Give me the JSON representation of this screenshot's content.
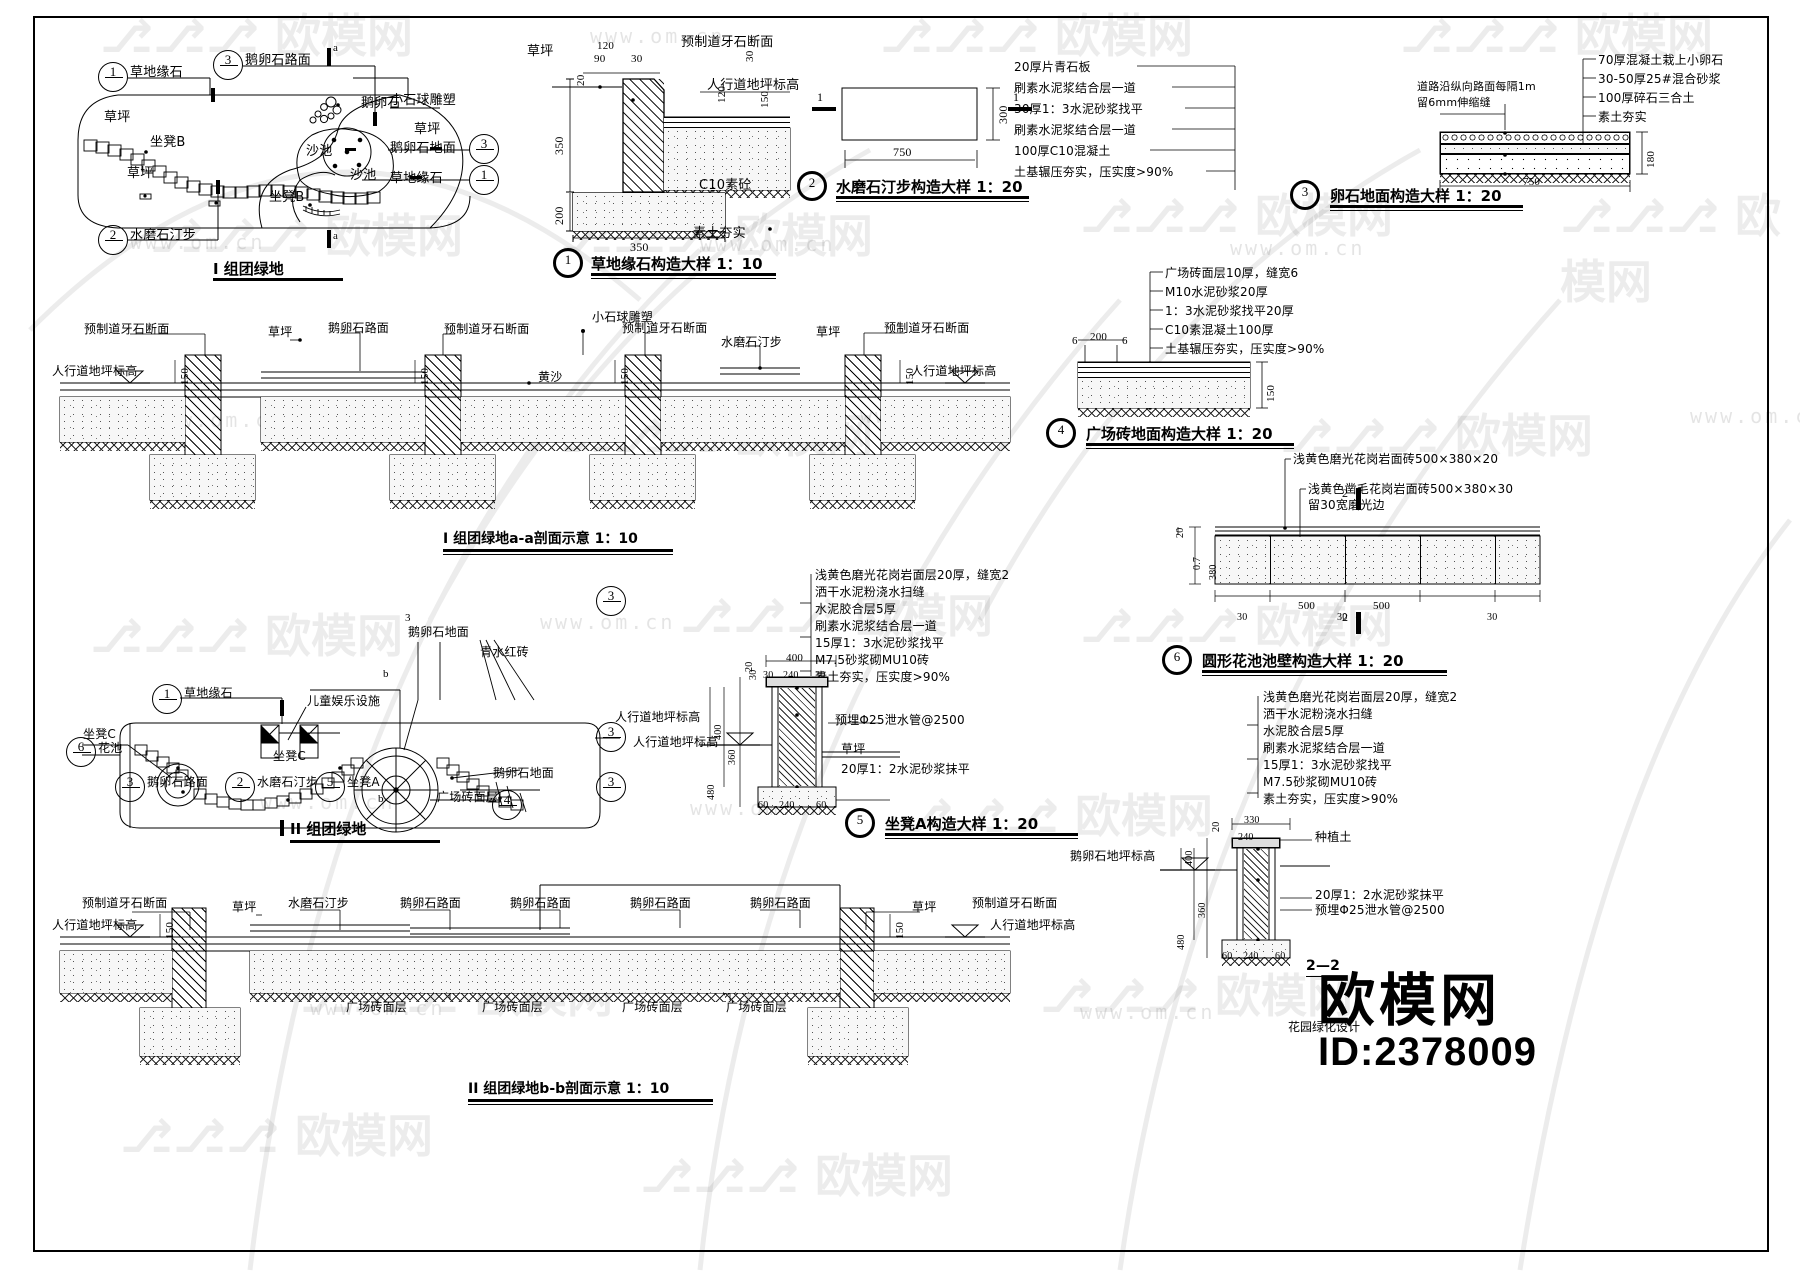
{
  "sheet": {
    "drawing_type": "CAD landscape construction detail sheet",
    "watermark_text": "欧模网",
    "watermark_url": "www.om.cn",
    "id_label": "ID:2378009",
    "logo_sub": "花园绿化设计"
  },
  "plan1": {
    "title": "I 组团绿地",
    "callouts": [
      {
        "bubble": "1",
        "label": "草地缘石"
      },
      {
        "bubble": "3",
        "label": "鹅卵石路面"
      },
      {
        "bubble": "3",
        "label": "鹅卵石地面"
      },
      {
        "bubble": "1",
        "label": "草地缘石"
      },
      {
        "bubble": "2",
        "label": "水磨石汀步"
      }
    ],
    "labels": [
      "草坪",
      "坐凳B",
      "草坪",
      "坐凳B",
      "小石球雕塑",
      "鹅卵石",
      "沙池",
      "沙池",
      "草坪",
      "a",
      "a"
    ]
  },
  "plan2": {
    "title": "II 组团绿地",
    "callouts": [
      {
        "bubble": "1",
        "label": "草地缘石"
      },
      {
        "bubble": "3",
        "label": "鹅卵石地面"
      },
      {
        "bubble": "3",
        "label": "鹅卵石路面"
      },
      {
        "bubble": "2",
        "label": "水磨石汀步"
      },
      {
        "bubble": "5",
        "label": "坐凳A"
      },
      {
        "bubble": "6",
        "label": "花池"
      },
      {
        "bubble": "3",
        "label": "鹅卵石路面"
      },
      {
        "bubble": "3",
        "label": "鹅卵石地面"
      },
      {
        "bubble": "4",
        "label": "广场砖面层"
      },
      {
        "bubble": "3",
        "label": ""
      }
    ],
    "labels": [
      "坐凳C",
      "坐凳C",
      "儿童娱乐设施",
      "青水红砖",
      "人行道地坪标高",
      "b",
      "b"
    ]
  },
  "section_aa": {
    "title": "I 组团绿地a-a剖面示意  1：10",
    "labels": [
      "预制道牙石断面",
      "草坪",
      "鹅卵石路面",
      "预制道牙石断面",
      "小石球雕塑",
      "预制道牙石断面",
      "水磨石汀步",
      "草坪",
      "预制道牙石断面",
      "黄沙",
      "人行道地坪标高",
      "人行道地坪标高"
    ],
    "dims": [
      "150",
      "150",
      "150",
      "150"
    ]
  },
  "section_bb": {
    "title": "II 组团绿地b-b剖面示意  1：10",
    "labels": [
      "预制道牙石断面",
      "草坪",
      "水磨石汀步",
      "鹅卵石路面",
      "鹅卵石路面",
      "鹅卵石路面",
      "鹅卵石路面",
      "草坪",
      "预制道牙石断面",
      "人行道地坪标高",
      "人行道地坪标高",
      "广场砖面层",
      "广场砖面层",
      "广场砖面层",
      "广场砖面层"
    ],
    "dims": [
      "150",
      "150"
    ]
  },
  "detail1": {
    "bubble": "1",
    "title": "草地缘石构造大样  1：10",
    "labels": [
      "草坪",
      "预制道牙石断面",
      "人行道地坪标高",
      "C10素砼",
      "素土夯实"
    ],
    "dims": [
      "120",
      "90",
      "30",
      "20",
      "350",
      "200",
      "350",
      "120",
      "30",
      "150",
      "30"
    ]
  },
  "detail2": {
    "bubble": "2",
    "title": "水磨石汀步构造大样  1：20",
    "section_mark": "1",
    "dims": [
      "750",
      "300"
    ],
    "spec_lines": [
      "20厚片青石板",
      "刷素水泥浆结合层一道",
      "30厚1：3水泥砂浆找平",
      "刷素水泥浆结合层一道",
      "100厚C10混凝土",
      "土基辗压夯实，压实度>90%"
    ],
    "spec_width": "750"
  },
  "detail3": {
    "bubble": "3",
    "title": "卵石地面构造大样  1：20",
    "note": "道路沿纵向路面每隔1m\n留6mm伸缩缝",
    "note_line1": "道路沿纵向路面每隔1m",
    "note_line2": "留6mm伸缩缝",
    "spec_lines": [
      "70厚混凝土栽上小卵石",
      "30-50厚25#混合砂浆",
      "100厚碎石三合土",
      "素土夯实"
    ],
    "dims": [
      "750",
      "180"
    ]
  },
  "detail4": {
    "bubble": "4",
    "title": "广场砖地面构造大样  1：20",
    "spec_lines": [
      "广场砖面层10厚，缝宽6",
      "M10水泥砂浆20厚",
      "1：3水泥砂浆找平20厚",
      "C10素混凝土100厚",
      "土基辗压夯实，压实度>90%"
    ],
    "dims": [
      "6",
      "200",
      "6",
      "150"
    ]
  },
  "detail5": {
    "bubble": "5",
    "title": "坐凳A构造大样  1：20",
    "spec_lines": [
      "浅黄色磨光花岗岩面层20厚，缝宽2",
      "洒干水泥粉浇水扫缝",
      "水泥胶合层5厚",
      "刷素水泥浆结合层一道",
      "15厚1：3水泥砂浆找平",
      "M7.5砂浆砌MU10砖",
      "素土夯实，压实度>90%"
    ],
    "labels": [
      "人行道地坪标高",
      "预埋Φ25泄水管@2500",
      "草坪",
      "20厚1：2水泥砂浆抹平"
    ],
    "dims": [
      "400",
      "30",
      "240",
      "30",
      "60",
      "240",
      "60",
      "20",
      "30",
      "20",
      "30",
      "400",
      "360",
      "480"
    ]
  },
  "detail6": {
    "bubble": "6",
    "title": "圆形花池池壁构造大样  1：20",
    "section_mark": "2",
    "labels": [
      "浅黄色磨光花岗岩面砖500×380×20",
      "浅黄色凿毛花岗岩面砖500×380×30",
      "留30宽磨光边"
    ],
    "dims": [
      "500",
      "500",
      "30",
      "30",
      "30",
      "0.7",
      "380",
      "20"
    ]
  },
  "detail7": {
    "section_mark": "2—2",
    "spec_lines": [
      "浅黄色磨光花岗岩面层20厚，缝宽2",
      "洒干水泥粉浇水扫缝",
      "水泥胶合层5厚",
      "刷素水泥浆结合层一道",
      "15厚1：3水泥砂浆找平",
      "M7.5砂浆砌MU10砖",
      "素土夯实，压实度>90%"
    ],
    "labels": [
      "种植土",
      "鹅卵石地坪标高",
      "20厚1：2水泥砂浆抹平",
      "预埋Φ25泄水管@2500"
    ],
    "dims": [
      "330",
      "240",
      "20",
      "400",
      "360",
      "480",
      "60",
      "240",
      "60"
    ]
  }
}
